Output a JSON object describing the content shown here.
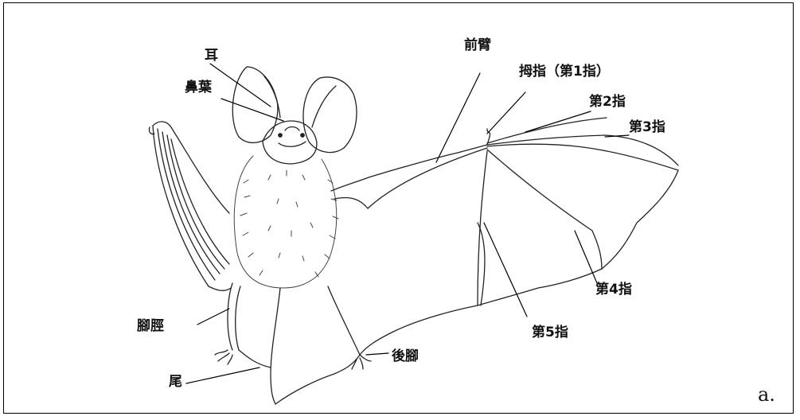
{
  "labels": {
    "ear": "耳",
    "noseleaf": "鼻葉",
    "forearm": "前臂",
    "thumb": "拇指（第1指）",
    "digit2": "第2指",
    "digit3": "第3指",
    "digit4": "第4指",
    "digit5": "第5指",
    "tibia": "腳脛",
    "hindfoot": "後腳",
    "tail": "尾"
  },
  "panel": {
    "letter": "a."
  }
}
